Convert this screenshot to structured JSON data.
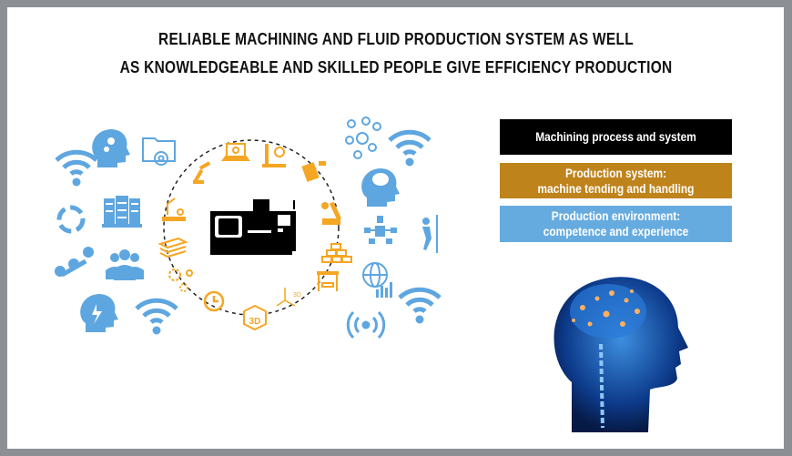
{
  "title": {
    "line1": "RELIABLE MACHINING AND FLUID PRODUCTION SYSTEM AS WELL",
    "line2": "AS KNOWLEDGEABLE AND SKILLED PEOPLE GIVE EFFICIENCY PRODUCTION"
  },
  "boxes": [
    {
      "lines": [
        "Machining process and system"
      ],
      "color": "#000000"
    },
    {
      "lines": [
        "Production system:",
        "machine tending and handling"
      ],
      "color": "#bf831b"
    },
    {
      "lines": [
        "Production environment:",
        "competence and experience"
      ],
      "color": "#66abe0"
    }
  ],
  "icon_labels": {
    "cube": "3D",
    "axes": "3D"
  },
  "colors": {
    "blue_icons": "#5ea6e0",
    "orange_icons": "#f5a623",
    "machine": "#000000",
    "frame": "#8c9094"
  }
}
